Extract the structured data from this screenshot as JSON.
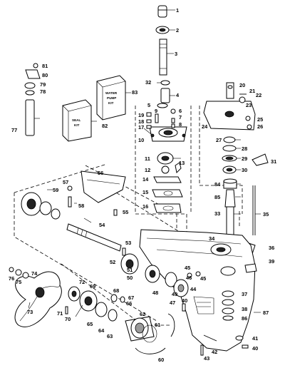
{
  "diagram": {
    "callouts": [
      "1",
      "2",
      "3",
      "4",
      "5",
      "6",
      "7",
      "8",
      "9",
      "10",
      "11",
      "12",
      "13",
      "14",
      "15",
      "16",
      "17",
      "18",
      "19",
      "20",
      "21",
      "22",
      "23",
      "24",
      "25",
      "26",
      "27",
      "28",
      "29",
      "30",
      "31",
      "32",
      "33",
      "34",
      "35",
      "36",
      "37",
      "38",
      "39",
      "40",
      "40",
      "41",
      "42",
      "43",
      "44",
      "45",
      "45",
      "46",
      "47",
      "48",
      "49",
      "50",
      "51",
      "52",
      "53",
      "54",
      "55",
      "56",
      "57",
      "58",
      "59",
      "60",
      "61",
      "62",
      "63",
      "64",
      "65",
      "66",
      "67",
      "68",
      "69",
      "70",
      "71",
      "72",
      "73",
      "74",
      "75",
      "76",
      "77",
      "78",
      "79",
      "80",
      "81",
      "82",
      "83",
      "84",
      "85",
      "86",
      "87"
    ],
    "kits": {
      "seal_kit": [
        "SEAL",
        "KIT"
      ],
      "water_pump_kit": [
        "WATER",
        "PUMP",
        "KIT"
      ]
    }
  }
}
